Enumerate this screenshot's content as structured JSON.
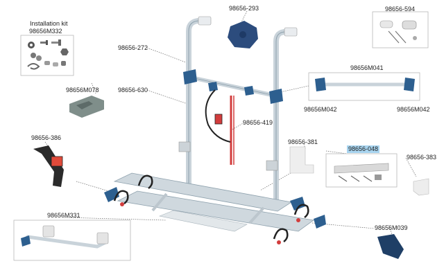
{
  "installation_kit": {
    "title": "Installation kit",
    "code": "98656M332"
  },
  "parts": [
    {
      "key": "top_knob",
      "code": "98656-293"
    },
    {
      "key": "end_caps",
      "code": "98656-594"
    },
    {
      "key": "upper_frame",
      "code": "98656-272"
    },
    {
      "key": "bracket_clip",
      "code": "98656M078"
    },
    {
      "key": "frame_side",
      "code": "98656-630"
    },
    {
      "key": "cross_bar",
      "code": "98656M041"
    },
    {
      "key": "bar_end_left",
      "code": "98656M042"
    },
    {
      "key": "bar_end_right",
      "code": "98656M042"
    },
    {
      "key": "strap",
      "code": "98656-386"
    },
    {
      "key": "red_strap",
      "code": "98656-419"
    },
    {
      "key": "spacer_block",
      "code": "98656-381"
    },
    {
      "key": "rail_kit",
      "code": "98656-048",
      "highlighted": true
    },
    {
      "key": "small_spacer",
      "code": "98656-383"
    },
    {
      "key": "wheel_holder",
      "code": "98656M331"
    },
    {
      "key": "rail_end_cap",
      "code": "98656M039"
    }
  ]
}
